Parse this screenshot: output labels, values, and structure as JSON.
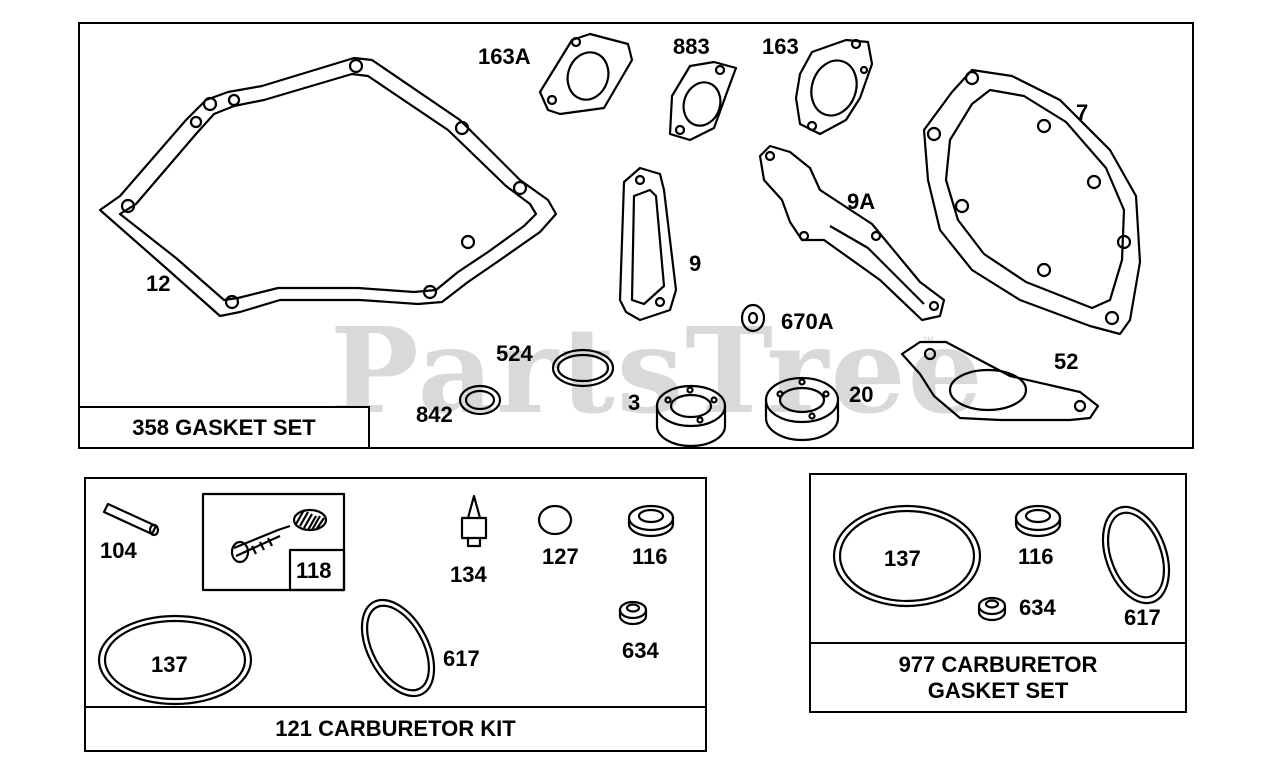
{
  "watermark": {
    "text": "PartsTree",
    "tm": "™"
  },
  "gasket_set": {
    "title": "358 GASKET SET",
    "labels": {
      "p12": "12",
      "p163A": "163A",
      "p883": "883",
      "p163": "163",
      "p7": "7",
      "p9": "9",
      "p9A": "9A",
      "p670A": "670A",
      "p524": "524",
      "p842": "842",
      "p3": "3",
      "p20": "20",
      "p52": "52"
    }
  },
  "carb_kit": {
    "title": "121 CARBURETOR KIT",
    "labels": {
      "p104": "104",
      "p118": "118",
      "p134": "134",
      "p127": "127",
      "p116": "116",
      "p634": "634",
      "p137": "137",
      "p617": "617"
    }
  },
  "carb_gasket_set": {
    "title_line1": "977 CARBURETOR",
    "title_line2": "GASKET SET",
    "labels": {
      "p137": "137",
      "p116": "116",
      "p634": "634",
      "p617": "617"
    }
  }
}
